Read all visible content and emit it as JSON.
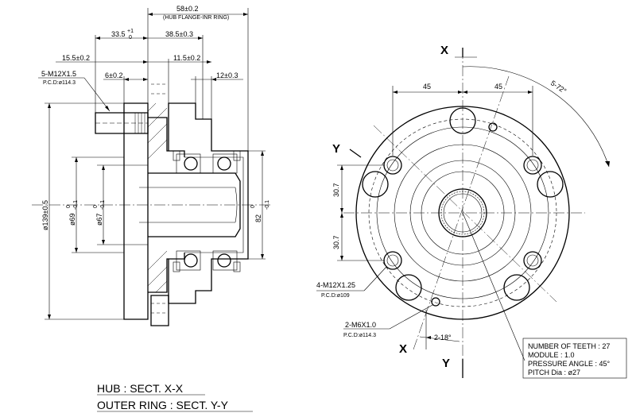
{
  "hub_side": {
    "dims": {
      "overall_58": "58±0.2",
      "overall_note": "(HUB FLANGE-INR RING)",
      "d_33_5": "33.5",
      "d_33_5_tol_upper": "+1",
      "d_33_5_tol_lower": "0",
      "d_38_5": "38.5±0.3",
      "d_15_5": "15.5±0.2",
      "d_11_5": "11.5±0.2",
      "d_6": "6±0.2",
      "d_12": "12±0.3",
      "stud_callout": "5-M12X1.5",
      "stud_pcd": "P.C.D:ø114.3",
      "dia_139": "ø139±0.5",
      "dia_69": "ø69",
      "dia_69_tol_upper": "0",
      "dia_69_tol_lower": "-0.1",
      "dia_67": "ø67",
      "dia_67_tol_upper": "0",
      "dia_67_tol_lower": "-0.1",
      "dia_82": "82",
      "dia_82_tol_upper": "0",
      "dia_82_tol_lower": "-0.1"
    }
  },
  "flange_view": {
    "labels": {
      "x_top": "X",
      "x_bottom": "X",
      "y_left": "Y",
      "y_bottom": "Y",
      "d_45_left": "45",
      "d_45_right": "45",
      "angle_72": "5-72°",
      "d_30_7_top": "30.7",
      "d_30_7_bottom": "30.7",
      "bolt_callout": "4-M12X1.25",
      "bolt_pcd": "P.C.D:ø109",
      "screw_callout": "2-M6X1.0",
      "screw_pcd": "P.C.D:ø114.3",
      "angle_18": "2-18°"
    },
    "spline_table": [
      "NUMBER OF TEETH : 27",
      "MODULE : 1.0",
      "PRESSURE ANGLE : 45°",
      "PITCH Dia : ø27"
    ]
  },
  "section_titles": {
    "hub": "HUB : SECT. X-X",
    "outer_ring": "OUTER RING : SECT. Y-Y"
  }
}
